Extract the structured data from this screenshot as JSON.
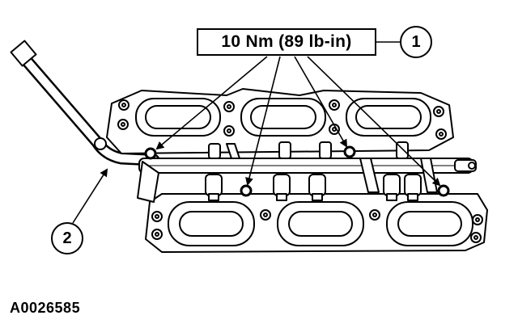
{
  "torque_spec": "10 Nm (89 lb-in)",
  "callouts": [
    "1",
    "2"
  ],
  "figure_id": "A0026585"
}
